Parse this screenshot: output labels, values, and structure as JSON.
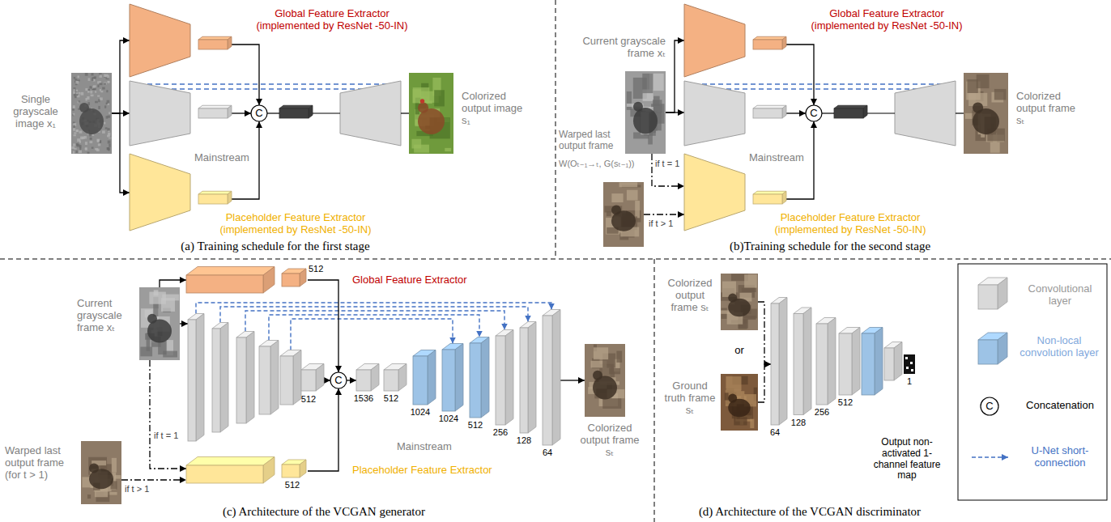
{
  "diagram": {
    "nodes": [
      {
        "text": [
          "Single grayscale image x₁"
        ]
      },
      {
        "text": [
          "Global Feature Extractor (implemented by ResNet -50-IN)"
        ]
      },
      {
        "text": [
          "Mainstream"
        ]
      },
      {
        "text": [
          "Placeholder Feature Extractor (implemented by ResNet -50-IN)"
        ]
      },
      {
        "text": [
          "C"
        ]
      },
      {
        "text": [
          "Colorized output image s₁"
        ]
      },
      {
        "text": [
          "Current grayscale frame xₜ"
        ]
      },
      {
        "text": [
          "Warped last output frame",
          "W(Oₜ₋₁→ₜ, G(sₜ₋₁))"
        ]
      },
      {
        "text": [
          "Global Feature Extractor (implemented by ResNet -50-IN)"
        ]
      },
      {
        "text": [
          "Mainstream"
        ]
      },
      {
        "text": [
          "Placeholder Feature Extractor (implemented by ResNet -50-IN)"
        ]
      },
      {
        "text": [
          "C"
        ]
      },
      {
        "text": [
          "Colorized output frame sₜ"
        ]
      },
      {
        "text": [
          "Current grayscale frame xₜ"
        ]
      },
      {
        "text": [
          "512",
          "Global Feature Extractor"
        ]
      },
      {
        "text": [
          "512"
        ]
      },
      {
        "text": [
          "C"
        ]
      },
      {
        "text": [
          "1536",
          "512",
          "1024",
          "1024",
          "512",
          "256",
          "128",
          "64"
        ]
      },
      {
        "text": [
          "Colorized output frame sₜ"
        ]
      },
      {
        "text": [
          "Warped last output frame (for t > 1)"
        ]
      },
      {
        "text": [
          "512",
          "Placeholder Feature Extractor"
        ]
      },
      {
        "text": [
          "Colorized output frame sₜ"
        ]
      },
      {
        "text": [
          "Ground truth frame sₜ"
        ]
      },
      {
        "text": [
          "64",
          "128",
          "256",
          "512",
          "1",
          "Output non-activated 1-channel feature map"
        ]
      }
    ],
    "edges": [
      {
        "from": 0,
        "to": 1,
        "arrow": "to"
      },
      {
        "from": 0,
        "to": 2,
        "arrow": "to"
      },
      {
        "from": 0,
        "to": 3,
        "arrow": "to"
      },
      {
        "from": 1,
        "to": 4,
        "arrow": "to"
      },
      {
        "from": 2,
        "to": 4,
        "arrow": "to"
      },
      {
        "from": 3,
        "to": 4,
        "arrow": "to"
      },
      {
        "from": 6,
        "to": 8,
        "arrow": "to"
      },
      {
        "from": 6,
        "to": 9,
        "arrow": "to"
      },
      {
        "from": 6,
        "to": 10,
        "label": "if t = 1",
        "arrow": "to"
      },
      {
        "from": 7,
        "to": 10,
        "label": "if t > 1",
        "arrow": "to"
      },
      {
        "from": 8,
        "to": 11,
        "arrow": "to"
      },
      {
        "from": 9,
        "to": 11,
        "arrow": "to"
      },
      {
        "from": 10,
        "to": 11,
        "arrow": "to"
      },
      {
        "from": 13,
        "to": 14,
        "arrow": "to"
      },
      {
        "from": 13,
        "to": 15,
        "arrow": "to"
      },
      {
        "from": 13,
        "to": 20,
        "label": "if t = 1",
        "arrow": "to"
      },
      {
        "from": 19,
        "to": 20,
        "label": "if t > 1",
        "arrow": "to"
      },
      {
        "from": 14,
        "to": 16,
        "arrow": "to"
      },
      {
        "from": 15,
        "to": 16,
        "arrow": "to"
      },
      {
        "from": 20,
        "to": 16,
        "arrow": "to"
      },
      {
        "from": 16,
        "to": 17,
        "arrow": "to"
      },
      {
        "from": 17,
        "to": 18,
        "arrow": "to"
      },
      {
        "from": 21,
        "to": 23,
        "arrow": "to"
      },
      {
        "from": 22,
        "to": 23,
        "arrow": "to"
      }
    ],
    "labels": [
      "(a) Training schedule for the first stage",
      "(b)Training schedule for the second stage",
      "Mainstream",
      "(c) Architecture of the VCGAN generator",
      "or",
      "(d) Architecture of the VCGAN discriminator",
      "C"
    ],
    "legend": [
      {
        "text": "Convolutional layer",
        "color": "#d9d9d9"
      },
      {
        "text": "Non-local convolution layer",
        "color": "#9dc3e6"
      },
      {
        "text": "Concatenation"
      },
      {
        "text": "U-Net short-connection"
      }
    ]
  }
}
